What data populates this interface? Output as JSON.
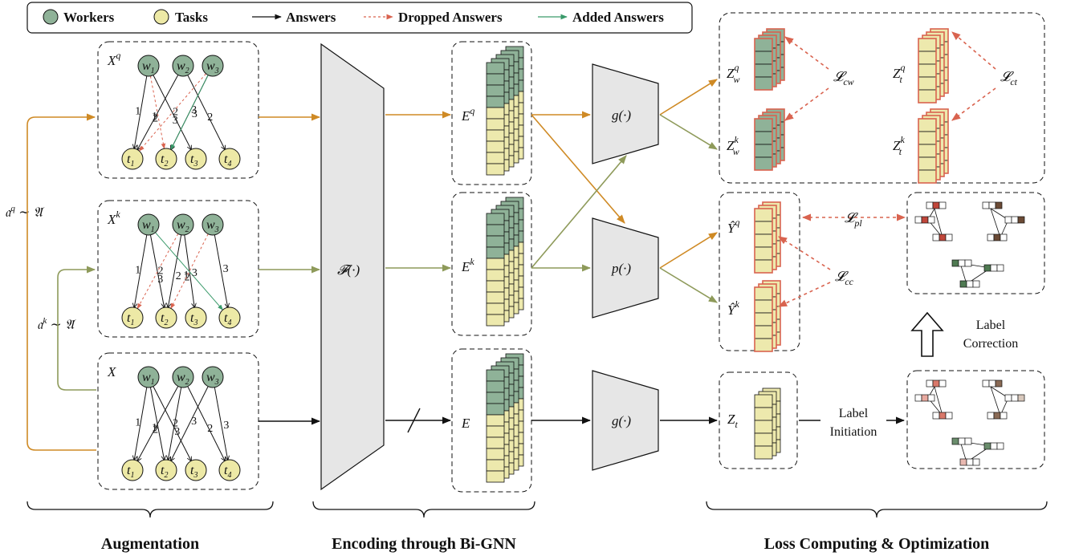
{
  "legend": {
    "workers": "Workers",
    "tasks": "Tasks",
    "answers": "Answers",
    "dropped": "Dropped Answers",
    "added": "Added Answers"
  },
  "colors": {
    "worker_fill": "#8fb298",
    "task_fill": "#ede9a6",
    "orange": "#cf8a25",
    "olive": "#8e9a5a",
    "red": "#d9634f",
    "green": "#3a9a6a",
    "emb_green": "#8fb298",
    "emb_yellow": "#ede9ad",
    "operator_fill": "#e6e6e6"
  },
  "graphs": [
    {
      "title": "X",
      "sup": "q"
    },
    {
      "title": "X",
      "sup": "k"
    },
    {
      "title": "X",
      "sup": ""
    }
  ],
  "node_labels": {
    "workers": [
      "w",
      "w",
      "w"
    ],
    "worker_subs": [
      "1",
      "2",
      "3"
    ],
    "tasks": [
      "t",
      "t",
      "t",
      "t"
    ],
    "task_subs": [
      "1",
      "2",
      "3",
      "4"
    ]
  },
  "edge_labels": [
    "1",
    "2",
    "1",
    "2",
    "3",
    "2",
    "3",
    "3"
  ],
  "aug_labels": {
    "aq": "𝔞q ∼ 𝔄",
    "ak": "𝔞k ∼ 𝔄"
  },
  "encoder": {
    "label": "𝓕(·)"
  },
  "embeddings": [
    {
      "label": "E",
      "sup": "q"
    },
    {
      "label": "E",
      "sup": "k"
    },
    {
      "label": "E",
      "sup": ""
    }
  ],
  "heads": [
    {
      "label": "g(·)"
    },
    {
      "label": "p(·)"
    },
    {
      "label": "g(·)"
    }
  ],
  "outputs": {
    "zwq": {
      "main": "Z",
      "sub": "w",
      "sup": "q"
    },
    "zwk": {
      "main": "Z",
      "sub": "w",
      "sup": "k"
    },
    "ztq": {
      "main": "Z",
      "sub": "t",
      "sup": "q"
    },
    "ztk": {
      "main": "Z",
      "sub": "t",
      "sup": "k"
    },
    "yq": {
      "main": "Ŷ",
      "sup": "q"
    },
    "yk": {
      "main": "Ŷ",
      "sup": "k"
    },
    "zt": {
      "main": "Z",
      "sub": "t"
    }
  },
  "losses": {
    "cw": {
      "main": "𝓛",
      "sub": "cw"
    },
    "ct": {
      "main": "𝓛",
      "sub": "ct"
    },
    "pl": {
      "main": "𝓛",
      "sub": "pl"
    },
    "cc": {
      "main": "𝓛",
      "sub": "cc"
    }
  },
  "label_steps": {
    "correction_1": "Label",
    "correction_2": "Correction",
    "initiation_1": "Label",
    "initiation_2": "Initiation"
  },
  "sections": {
    "augmentation": "Augmentation",
    "encoding": "Encoding through Bi-GNN",
    "loss": "Loss Computing & Optimization"
  }
}
